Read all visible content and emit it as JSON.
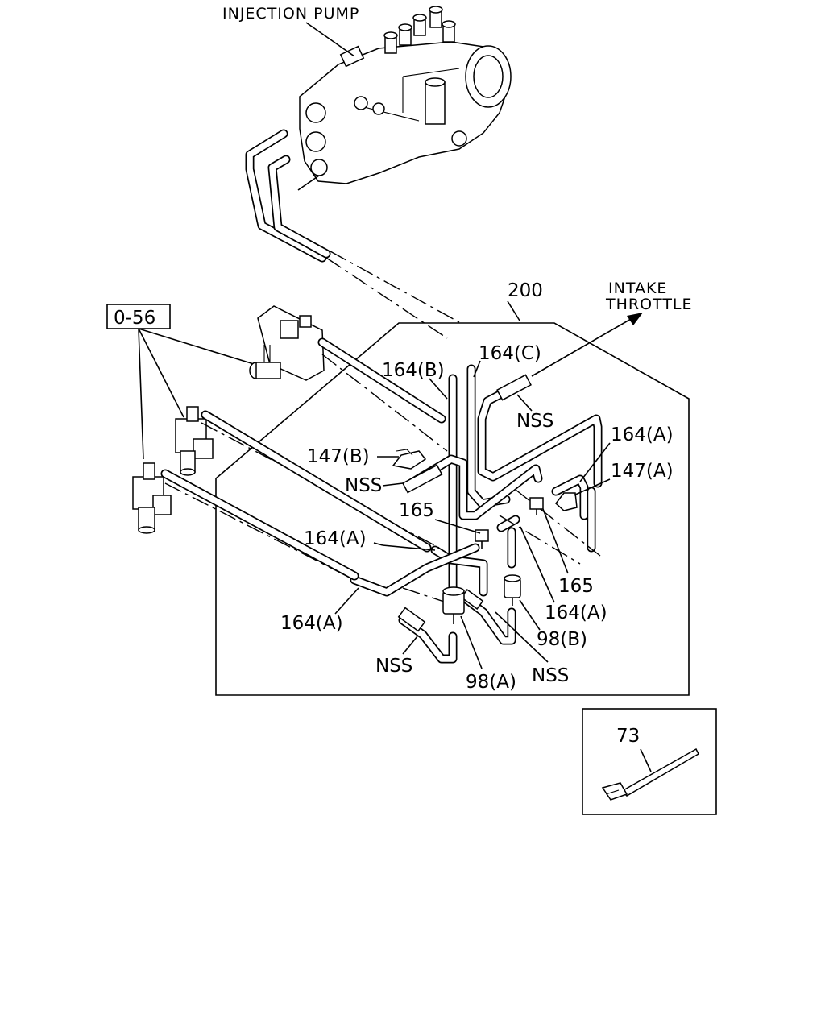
{
  "labels": {
    "injection_pump": "INJECTION PUMP",
    "intake_throttle_1": "INTAKE",
    "intake_throttle_2": "THROTTLE",
    "ref_200": "200",
    "ref_o56": "0-56",
    "hose_164b": "164(B)",
    "hose_164c": "164(C)",
    "hose_164a_right": "164(A)",
    "hose_164a_mid": "164(A)",
    "hose_164a_left": "164(A)",
    "hose_164a_bottom": "164(A)",
    "clip_147b": "147(B)",
    "clip_147a": "147(A)",
    "joint_165_left": "165",
    "joint_165_right": "165",
    "valve_98a": "98(A)",
    "valve_98b": "98(B)",
    "nss_top": "NSS",
    "nss_left": "NSS",
    "nss_bottom_left": "NSS",
    "nss_bottom_right": "NSS",
    "band_73": "73"
  }
}
